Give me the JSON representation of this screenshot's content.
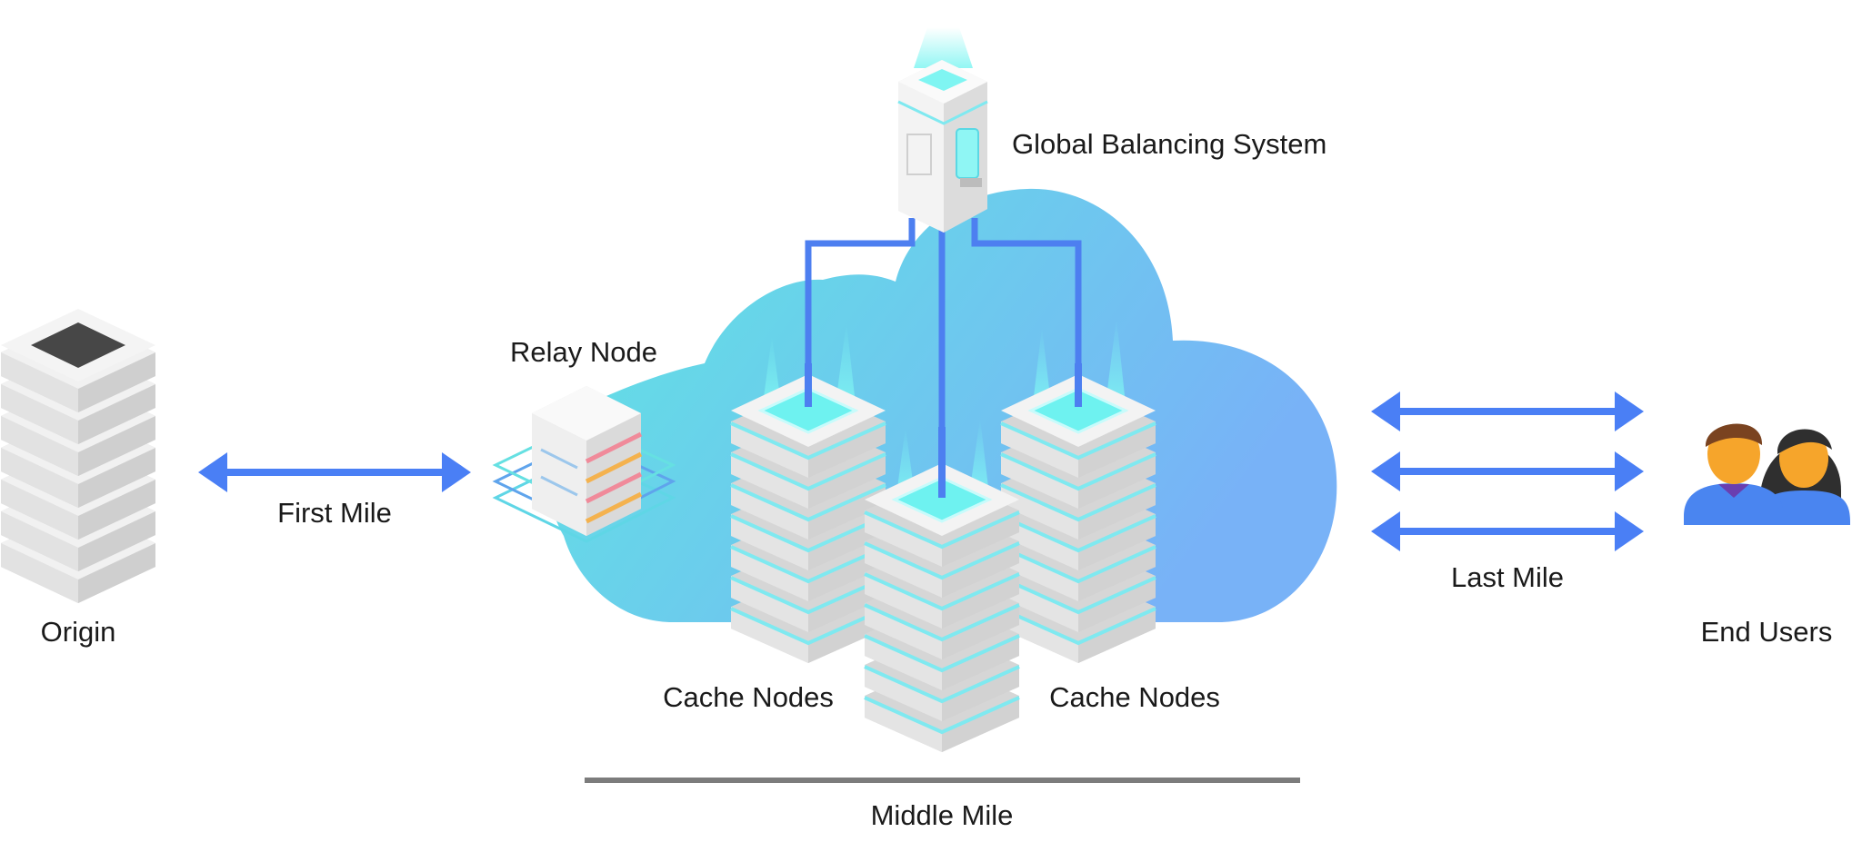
{
  "labels": {
    "origin": "Origin",
    "first_mile": "First Mile",
    "relay_node": "Relay Node",
    "global_balancing": "Global Balancing System",
    "cache_nodes_left": "Cache Nodes",
    "cache_nodes_right": "Cache Nodes",
    "middle_mile": "Middle Mile",
    "last_mile": "Last Mile",
    "end_users": "End Users"
  },
  "icons": [
    "server-stack-icon",
    "relay-node-icon",
    "balancer-icon",
    "cache-server-icon",
    "users-icon",
    "double-arrow-icon"
  ],
  "colors": {
    "arrow": "#4a7ff5",
    "cloud_start": "#5fe6e2",
    "cloud_end": "#78b2f7",
    "server_body": "#e3e3e3",
    "cache_glow": "#6ef2f0",
    "link_line": "#4d7ff0",
    "relay_bands": [
      "#f08a9a",
      "#f4b24e"
    ],
    "user_skin": "#f6a52b",
    "user_shirt": "#4a85f0"
  }
}
